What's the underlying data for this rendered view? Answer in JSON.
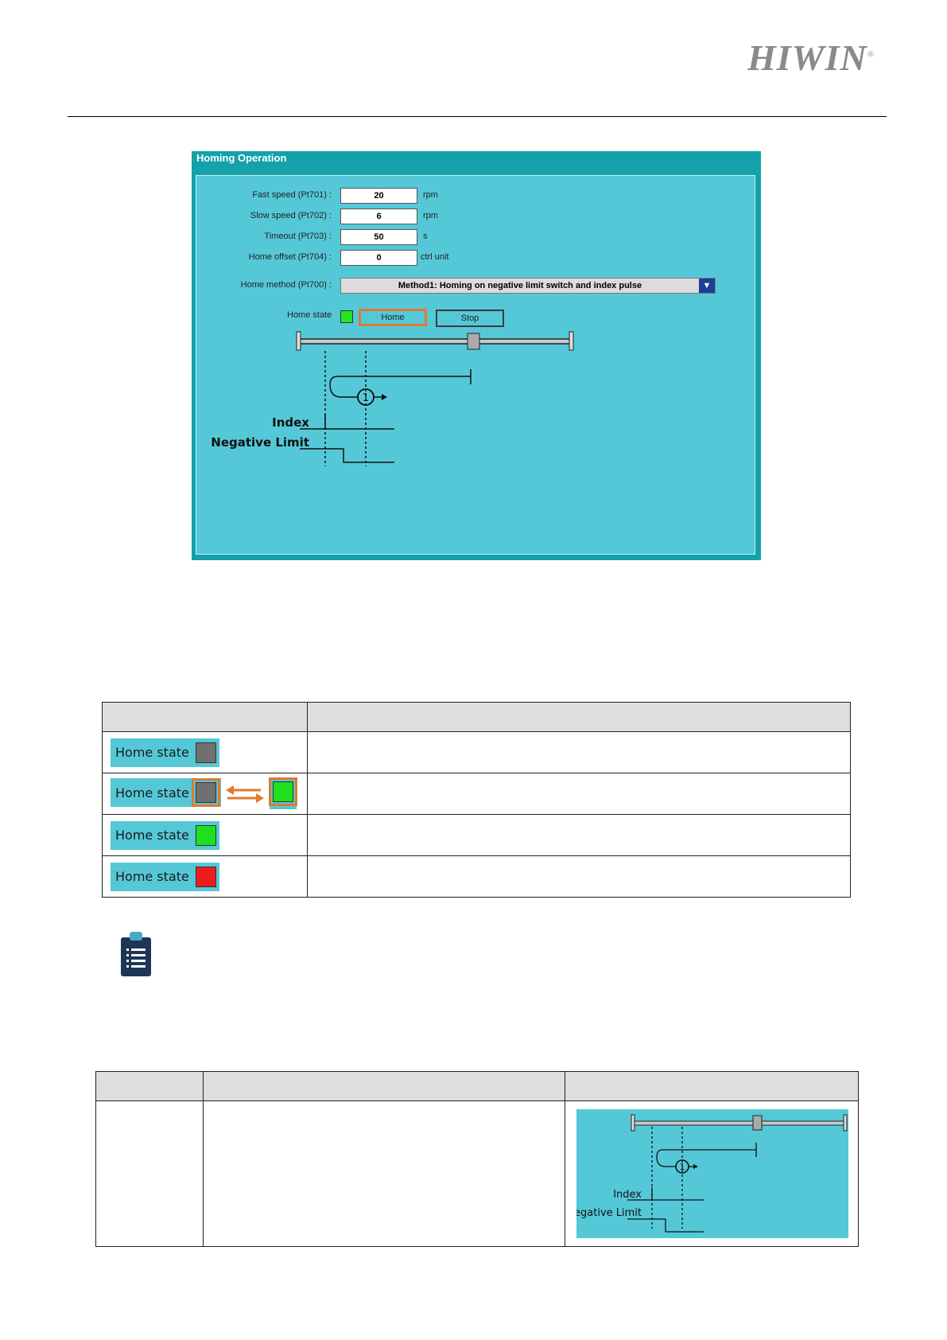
{
  "header": {
    "logo_text": "HIWIN",
    "logo_mark": "®"
  },
  "window": {
    "title": "Homing Operation",
    "fields": [
      {
        "label": "Fast speed (Pt701) :",
        "value": "20",
        "unit": "rpm"
      },
      {
        "label": "Slow speed (Pt702) :",
        "value": "6",
        "unit": "rpm"
      },
      {
        "label": "Timeout (Pt703) :",
        "value": "50",
        "unit": "s"
      },
      {
        "label": "Home offset (Pt704) :",
        "value": "0",
        "unit": "ctrl unit"
      }
    ],
    "method": {
      "label": "Home method (Pt700) :",
      "selected": "Method1: Homing on negative limit switch and index pulse",
      "dropdown_icon": "triangle-down-icon"
    },
    "home_state_label": "Home state",
    "home_state_color": "#22e622",
    "home_button": "Home",
    "stop_button": "Stop",
    "diagram": {
      "index_label": "Index",
      "negative_limit_label": "Negative Limit",
      "step_number": "1"
    }
  },
  "state_table": {
    "rows": [
      {
        "label": "Home state",
        "indicator": "gray"
      },
      {
        "label": "Home state",
        "indicator": "gray-to-green-blinking"
      },
      {
        "label": "Home state",
        "indicator": "green"
      },
      {
        "label": "Home state",
        "indicator": "red"
      }
    ],
    "colors": {
      "gray": "#707070",
      "green": "#1ee01e",
      "red": "#f11a1a",
      "highlight": "#e07a2c"
    }
  },
  "note_icon": "clipboard-list-icon",
  "method_table": {
    "diagram": {
      "index_label": "Index",
      "negative_limit_label": "Negative Limit",
      "step_number": "1"
    }
  }
}
